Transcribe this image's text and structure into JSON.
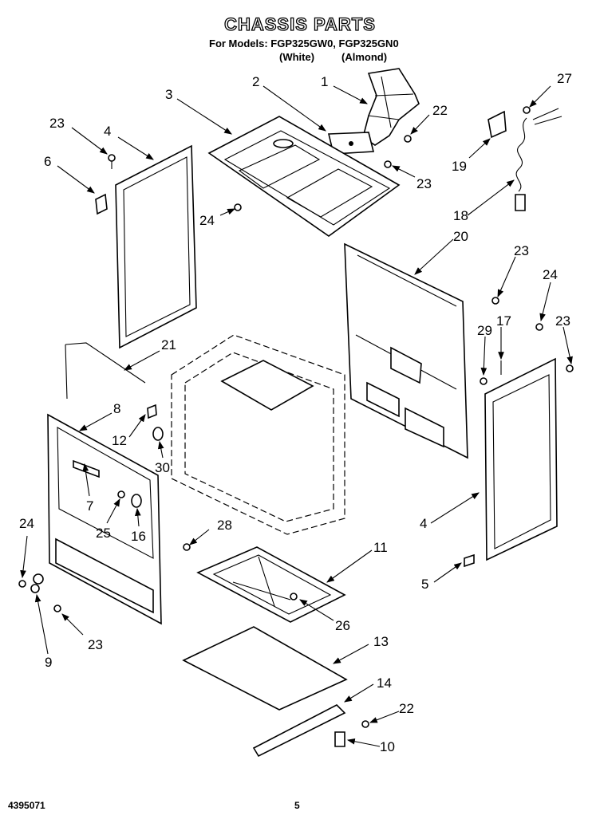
{
  "title": "CHASSIS PARTS",
  "models_line": "For Models: FGP325GW0, FGP325GN0",
  "variant_white": "(White)",
  "variant_almond": "(Almond)",
  "footer_left": "4395071",
  "footer_page": "5",
  "callouts": {
    "c1": "1",
    "c2": "2",
    "c3": "3",
    "c4a": "4",
    "c4b": "4",
    "c5": "5",
    "c6": "6",
    "c7": "7",
    "c8": "8",
    "c9": "9",
    "c10": "10",
    "c11": "11",
    "c12": "12",
    "c13": "13",
    "c14": "14",
    "c16": "16",
    "c17": "17",
    "c18": "18",
    "c19": "19",
    "c20": "20",
    "c21": "21",
    "c22a": "22",
    "c22b": "22",
    "c23a": "23",
    "c23b": "23",
    "c23c": "23",
    "c23d": "23",
    "c23e": "23",
    "c24a": "24",
    "c24b": "24",
    "c24c": "24",
    "c25": "25",
    "c26": "26",
    "c27": "27",
    "c28": "28",
    "c29": "29",
    "c30": "30"
  }
}
